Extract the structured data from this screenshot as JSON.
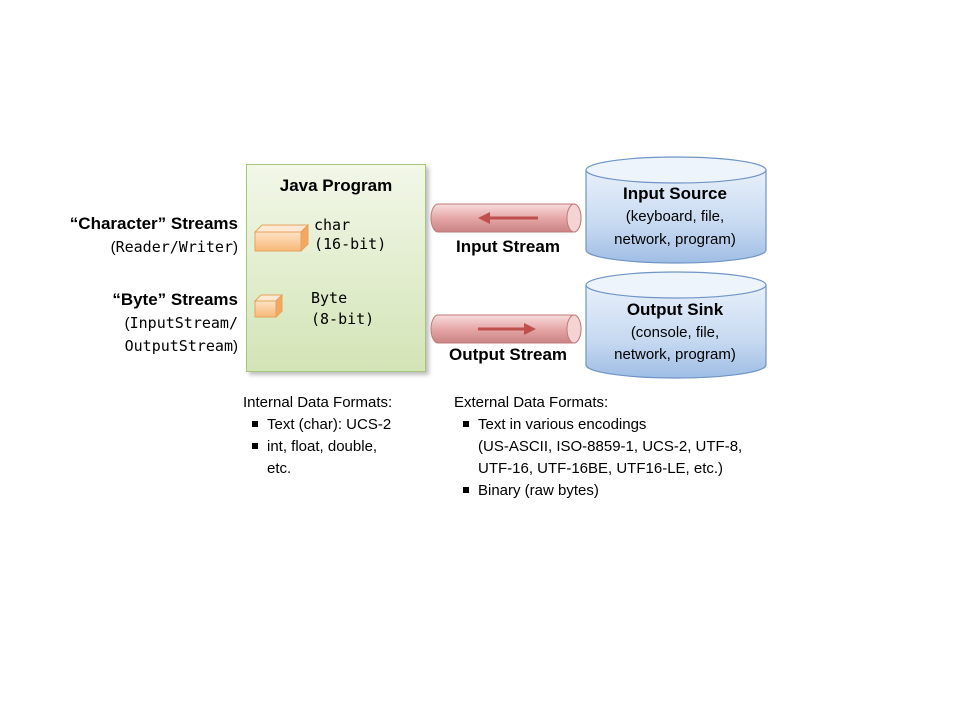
{
  "left_labels": {
    "character_title": "“Character” Streams",
    "character_paren_open": "(",
    "character_classes": "Reader/Writer",
    "character_paren_close": ")",
    "byte_title": "“Byte” Streams",
    "byte_paren_open": "(",
    "byte_classes_line1": "InputStream/",
    "byte_classes_line2": "OutputStream",
    "byte_paren_close": ")"
  },
  "java_program": {
    "title": "Java Program",
    "char_line1": "char",
    "char_line2": "(16-bit)",
    "byte_line1": "Byte",
    "byte_line2": "(8-bit)"
  },
  "streams": {
    "input_label": "Input Stream",
    "output_label": "Output Stream"
  },
  "input_source": {
    "title": "Input Source",
    "line1": "(keyboard, file,",
    "line2": "network, program)"
  },
  "output_sink": {
    "title": "Output Sink",
    "line1": "(console, file,",
    "line2": "network, program)"
  },
  "internal_formats": {
    "heading": "Internal Data Formats:",
    "item1_prefix": "Text (char):  UCS-2",
    "item2_line1": "int, float, double,",
    "item2_line2": "etc."
  },
  "external_formats": {
    "heading": "External Data Formats:",
    "item1_line1": "Text in various encodings",
    "item1_line2": "(US-ASCII, ISO-8859-1, UCS-2, UTF-8,",
    "item1_line3": "UTF-16, UTF-16BE, UTF16-LE, etc.)",
    "item2": "Binary (raw bytes)"
  },
  "colors": {
    "java_box": "#d3e4b6",
    "cylinder": "#c6d9f1",
    "pipe": "#e6a7a7",
    "arrow": "#c0504d",
    "cube": "#f9c78f"
  }
}
